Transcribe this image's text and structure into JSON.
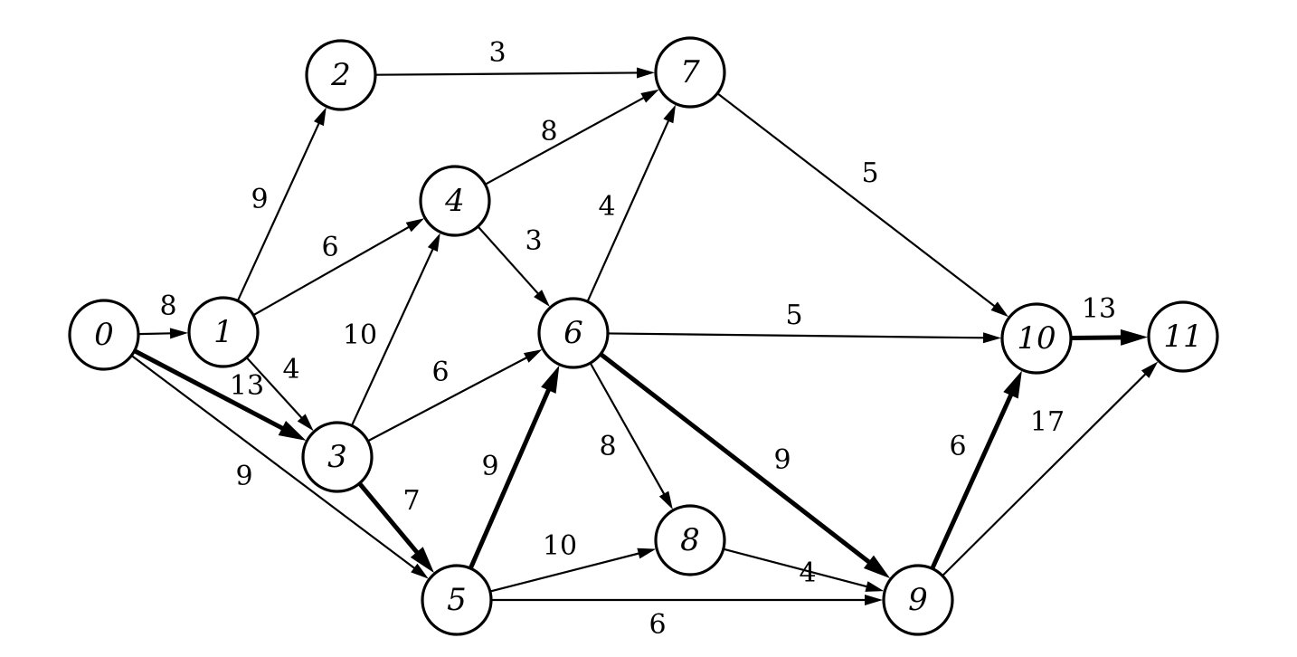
{
  "nodes": [
    {
      "id": "0",
      "label": "0"
    },
    {
      "id": "1",
      "label": "1"
    },
    {
      "id": "2",
      "label": "2"
    },
    {
      "id": "3",
      "label": "3"
    },
    {
      "id": "4",
      "label": "4"
    },
    {
      "id": "5",
      "label": "5"
    },
    {
      "id": "6",
      "label": "6"
    },
    {
      "id": "7",
      "label": "7"
    },
    {
      "id": "8",
      "label": "8"
    },
    {
      "id": "9",
      "label": "9"
    },
    {
      "id": "10",
      "label": "10"
    },
    {
      "id": "11",
      "label": "11"
    }
  ],
  "edges": [
    {
      "from": "0",
      "to": "1",
      "weight": "8",
      "critical": false
    },
    {
      "from": "0",
      "to": "3",
      "weight": "13",
      "critical": true
    },
    {
      "from": "0",
      "to": "5",
      "weight": "9",
      "critical": false
    },
    {
      "from": "1",
      "to": "2",
      "weight": "9",
      "critical": false
    },
    {
      "from": "1",
      "to": "4",
      "weight": "6",
      "critical": false
    },
    {
      "from": "1",
      "to": "3",
      "weight": "4",
      "critical": false
    },
    {
      "from": "2",
      "to": "7",
      "weight": "3",
      "critical": false
    },
    {
      "from": "3",
      "to": "4",
      "weight": "10",
      "critical": false
    },
    {
      "from": "3",
      "to": "6",
      "weight": "6",
      "critical": false
    },
    {
      "from": "3",
      "to": "5",
      "weight": "7",
      "critical": true
    },
    {
      "from": "4",
      "to": "7",
      "weight": "8",
      "critical": false
    },
    {
      "from": "4",
      "to": "6",
      "weight": "3",
      "critical": false
    },
    {
      "from": "5",
      "to": "6",
      "weight": "9",
      "critical": true
    },
    {
      "from": "5",
      "to": "8",
      "weight": "10",
      "critical": false
    },
    {
      "from": "5",
      "to": "9",
      "weight": "6",
      "critical": false
    },
    {
      "from": "6",
      "to": "7",
      "weight": "4",
      "critical": false
    },
    {
      "from": "6",
      "to": "10",
      "weight": "5",
      "critical": false
    },
    {
      "from": "6",
      "to": "8",
      "weight": "8",
      "critical": false
    },
    {
      "from": "6",
      "to": "9",
      "weight": "9",
      "critical": true
    },
    {
      "from": "7",
      "to": "10",
      "weight": "5",
      "critical": false
    },
    {
      "from": "8",
      "to": "9",
      "weight": "4",
      "critical": false
    },
    {
      "from": "9",
      "to": "10",
      "weight": "6",
      "critical": true
    },
    {
      "from": "9",
      "to": "11",
      "weight": "17",
      "critical": false
    },
    {
      "from": "10",
      "to": "11",
      "weight": "13",
      "critical": true
    }
  ]
}
